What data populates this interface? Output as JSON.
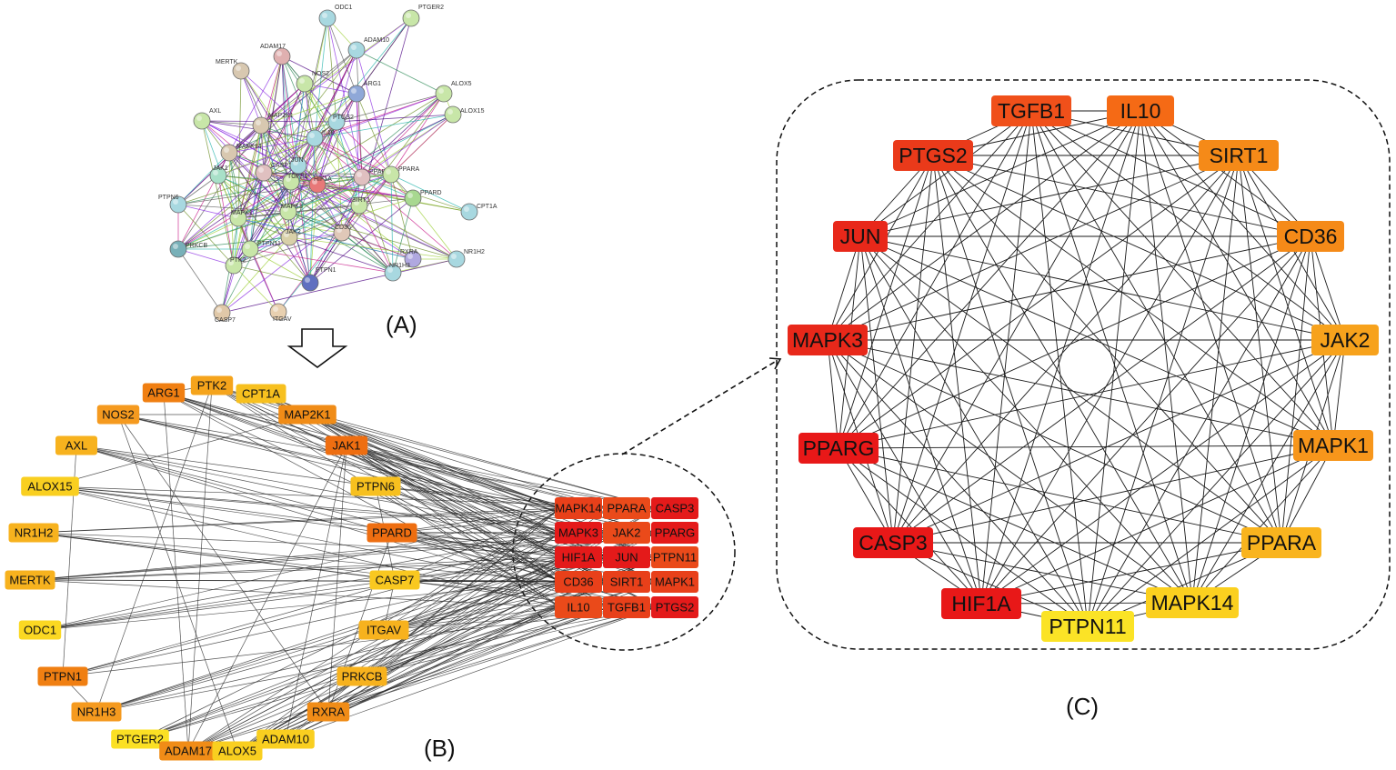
{
  "panels": {
    "a_label": "(A)",
    "b_label": "(B)",
    "c_label": "(C)"
  },
  "colors": {
    "edge": "#2a2a2a",
    "string_edge_palette": [
      "#6b8e23",
      "#9acd32",
      "#4b0082",
      "#8a2be2",
      "#c71585",
      "#20b2aa",
      "#2e8b57",
      "#555555"
    ]
  },
  "panel_a": {
    "nodes": [
      {
        "label": "ODC1",
        "color": "#a8d8e0"
      },
      {
        "label": "PTGER2",
        "color": "#c8e6a8"
      },
      {
        "label": "ADAM17",
        "color": "#e0b0b0"
      },
      {
        "label": "ADAM10",
        "color": "#a8d8e0"
      },
      {
        "label": "MERTK",
        "color": "#d8c8b0"
      },
      {
        "label": "NOS2",
        "color": "#c8e6a8"
      },
      {
        "label": "ARG1",
        "color": "#8fa8d8"
      },
      {
        "label": "ALOX5",
        "color": "#c8e6a8"
      },
      {
        "label": "ALOX15",
        "color": "#c8e6a8"
      },
      {
        "label": "AXL",
        "color": "#c8e6a8"
      },
      {
        "label": "MAP2K1",
        "color": "#d8c8b0"
      },
      {
        "label": "PTGS2",
        "color": "#a8d8e0"
      },
      {
        "label": "MAPK14",
        "color": "#d8c8b0"
      },
      {
        "label": "IL10",
        "color": "#a8d8e0"
      },
      {
        "label": "JAK1",
        "color": "#a8e0c8"
      },
      {
        "label": "CASP3",
        "color": "#e0c0c0"
      },
      {
        "label": "JUN",
        "color": "#a8d8e0"
      },
      {
        "label": "TGFB1",
        "color": "#c8e6a8"
      },
      {
        "label": "HIF1A",
        "color": "#e87878"
      },
      {
        "label": "PPARG",
        "color": "#e0c0c0"
      },
      {
        "label": "PPARA",
        "color": "#c8e6a8"
      },
      {
        "label": "PPARD",
        "color": "#a8d890"
      },
      {
        "label": "PTPN6",
        "color": "#a8d8e0"
      },
      {
        "label": "MAPK1",
        "color": "#c8e6a8"
      },
      {
        "label": "MAPK3",
        "color": "#c8e6a8"
      },
      {
        "label": "SIRT1",
        "color": "#c8e6a8"
      },
      {
        "label": "CD36",
        "color": "#e0c8b8"
      },
      {
        "label": "CPT1A",
        "color": "#a8d8e0"
      },
      {
        "label": "JAK2",
        "color": "#d8d0a8"
      },
      {
        "label": "PRKCB",
        "color": "#78b0b8"
      },
      {
        "label": "PTPN11",
        "color": "#c8e6a8"
      },
      {
        "label": "RXRA",
        "color": "#b0a8e0"
      },
      {
        "label": "NR1H2",
        "color": "#a8d8e0"
      },
      {
        "label": "NR1H3",
        "color": "#a8d8e0"
      },
      {
        "label": "PTK2",
        "color": "#c8e6a8"
      },
      {
        "label": "PTPN1",
        "color": "#6070c0"
      },
      {
        "label": "CASP7",
        "color": "#e0c8a8"
      },
      {
        "label": "ITGAV",
        "color": "#e8d0b0"
      }
    ]
  },
  "panel_b": {
    "outer_nodes": [
      {
        "label": "ARG1",
        "color": "#f07f12"
      },
      {
        "label": "PTK2",
        "color": "#f5a41c"
      },
      {
        "label": "CPT1A",
        "color": "#f7c01f"
      },
      {
        "label": "NOS2",
        "color": "#f59a1f"
      },
      {
        "label": "MAP2K1",
        "color": "#f08c17"
      },
      {
        "label": "AXL",
        "color": "#f7b21e"
      },
      {
        "label": "JAK1",
        "color": "#ee6e11"
      },
      {
        "label": "ALOX15",
        "color": "#f9cf20"
      },
      {
        "label": "PTPN6",
        "color": "#f7c01f"
      },
      {
        "label": "NR1H2",
        "color": "#f7b21e"
      },
      {
        "label": "PPARD",
        "color": "#ee6e11"
      },
      {
        "label": "MERTK",
        "color": "#f7b21e"
      },
      {
        "label": "CASP7",
        "color": "#f9c820"
      },
      {
        "label": "ODC1",
        "color": "#fbd822"
      },
      {
        "label": "ITGAV",
        "color": "#f7b21e"
      },
      {
        "label": "PTPN1",
        "color": "#f07f12"
      },
      {
        "label": "PRKCB",
        "color": "#f7b21e"
      },
      {
        "label": "NR1H3",
        "color": "#f59a1f"
      },
      {
        "label": "RXRA",
        "color": "#f08c17"
      },
      {
        "label": "PTGER2",
        "color": "#fbe024"
      },
      {
        "label": "ADAM17",
        "color": "#f08c17"
      },
      {
        "label": "ALOX5",
        "color": "#f9cf20"
      },
      {
        "label": "ADAM10",
        "color": "#f9cf20"
      }
    ],
    "hub_grid": [
      [
        {
          "label": "MAPK14",
          "color": "#e8401a"
        },
        {
          "label": "PPARA",
          "color": "#ea4a1a"
        },
        {
          "label": "CASP3",
          "color": "#e41a1a"
        }
      ],
      [
        {
          "label": "MAPK3",
          "color": "#e41a1a"
        },
        {
          "label": "JAK2",
          "color": "#ea4a1a"
        },
        {
          "label": "PPARG",
          "color": "#e41a1a"
        }
      ],
      [
        {
          "label": "HIF1A",
          "color": "#e41a1a"
        },
        {
          "label": "JUN",
          "color": "#e41a1a"
        },
        {
          "label": "PTPN11",
          "color": "#ea4a1a"
        }
      ],
      [
        {
          "label": "CD36",
          "color": "#e8401a"
        },
        {
          "label": "SIRT1",
          "color": "#e8401a"
        },
        {
          "label": "MAPK1",
          "color": "#e8401a"
        }
      ],
      [
        {
          "label": "IL10",
          "color": "#ea4a1a"
        },
        {
          "label": "TGFB1",
          "color": "#e8401a"
        },
        {
          "label": "PTGS2",
          "color": "#e41a1a"
        }
      ]
    ]
  },
  "panel_c": {
    "nodes": [
      {
        "label": "TGFB1",
        "color": "#f0501a"
      },
      {
        "label": "IL10",
        "color": "#f56a15"
      },
      {
        "label": "SIRT1",
        "color": "#f58a18"
      },
      {
        "label": "CD36",
        "color": "#f58a18"
      },
      {
        "label": "JAK2",
        "color": "#f7a21c"
      },
      {
        "label": "MAPK1",
        "color": "#f7961b"
      },
      {
        "label": "PPARA",
        "color": "#f9b41e"
      },
      {
        "label": "MAPK14",
        "color": "#fbd01f"
      },
      {
        "label": "PTPN11",
        "color": "#fbe326"
      },
      {
        "label": "HIF1A",
        "color": "#e81818"
      },
      {
        "label": "CASP3",
        "color": "#e81818"
      },
      {
        "label": "PPARG",
        "color": "#e81818"
      },
      {
        "label": "MAPK3",
        "color": "#e8281a"
      },
      {
        "label": "JUN",
        "color": "#e8281a"
      },
      {
        "label": "PTGS2",
        "color": "#ea3a1a"
      }
    ]
  }
}
